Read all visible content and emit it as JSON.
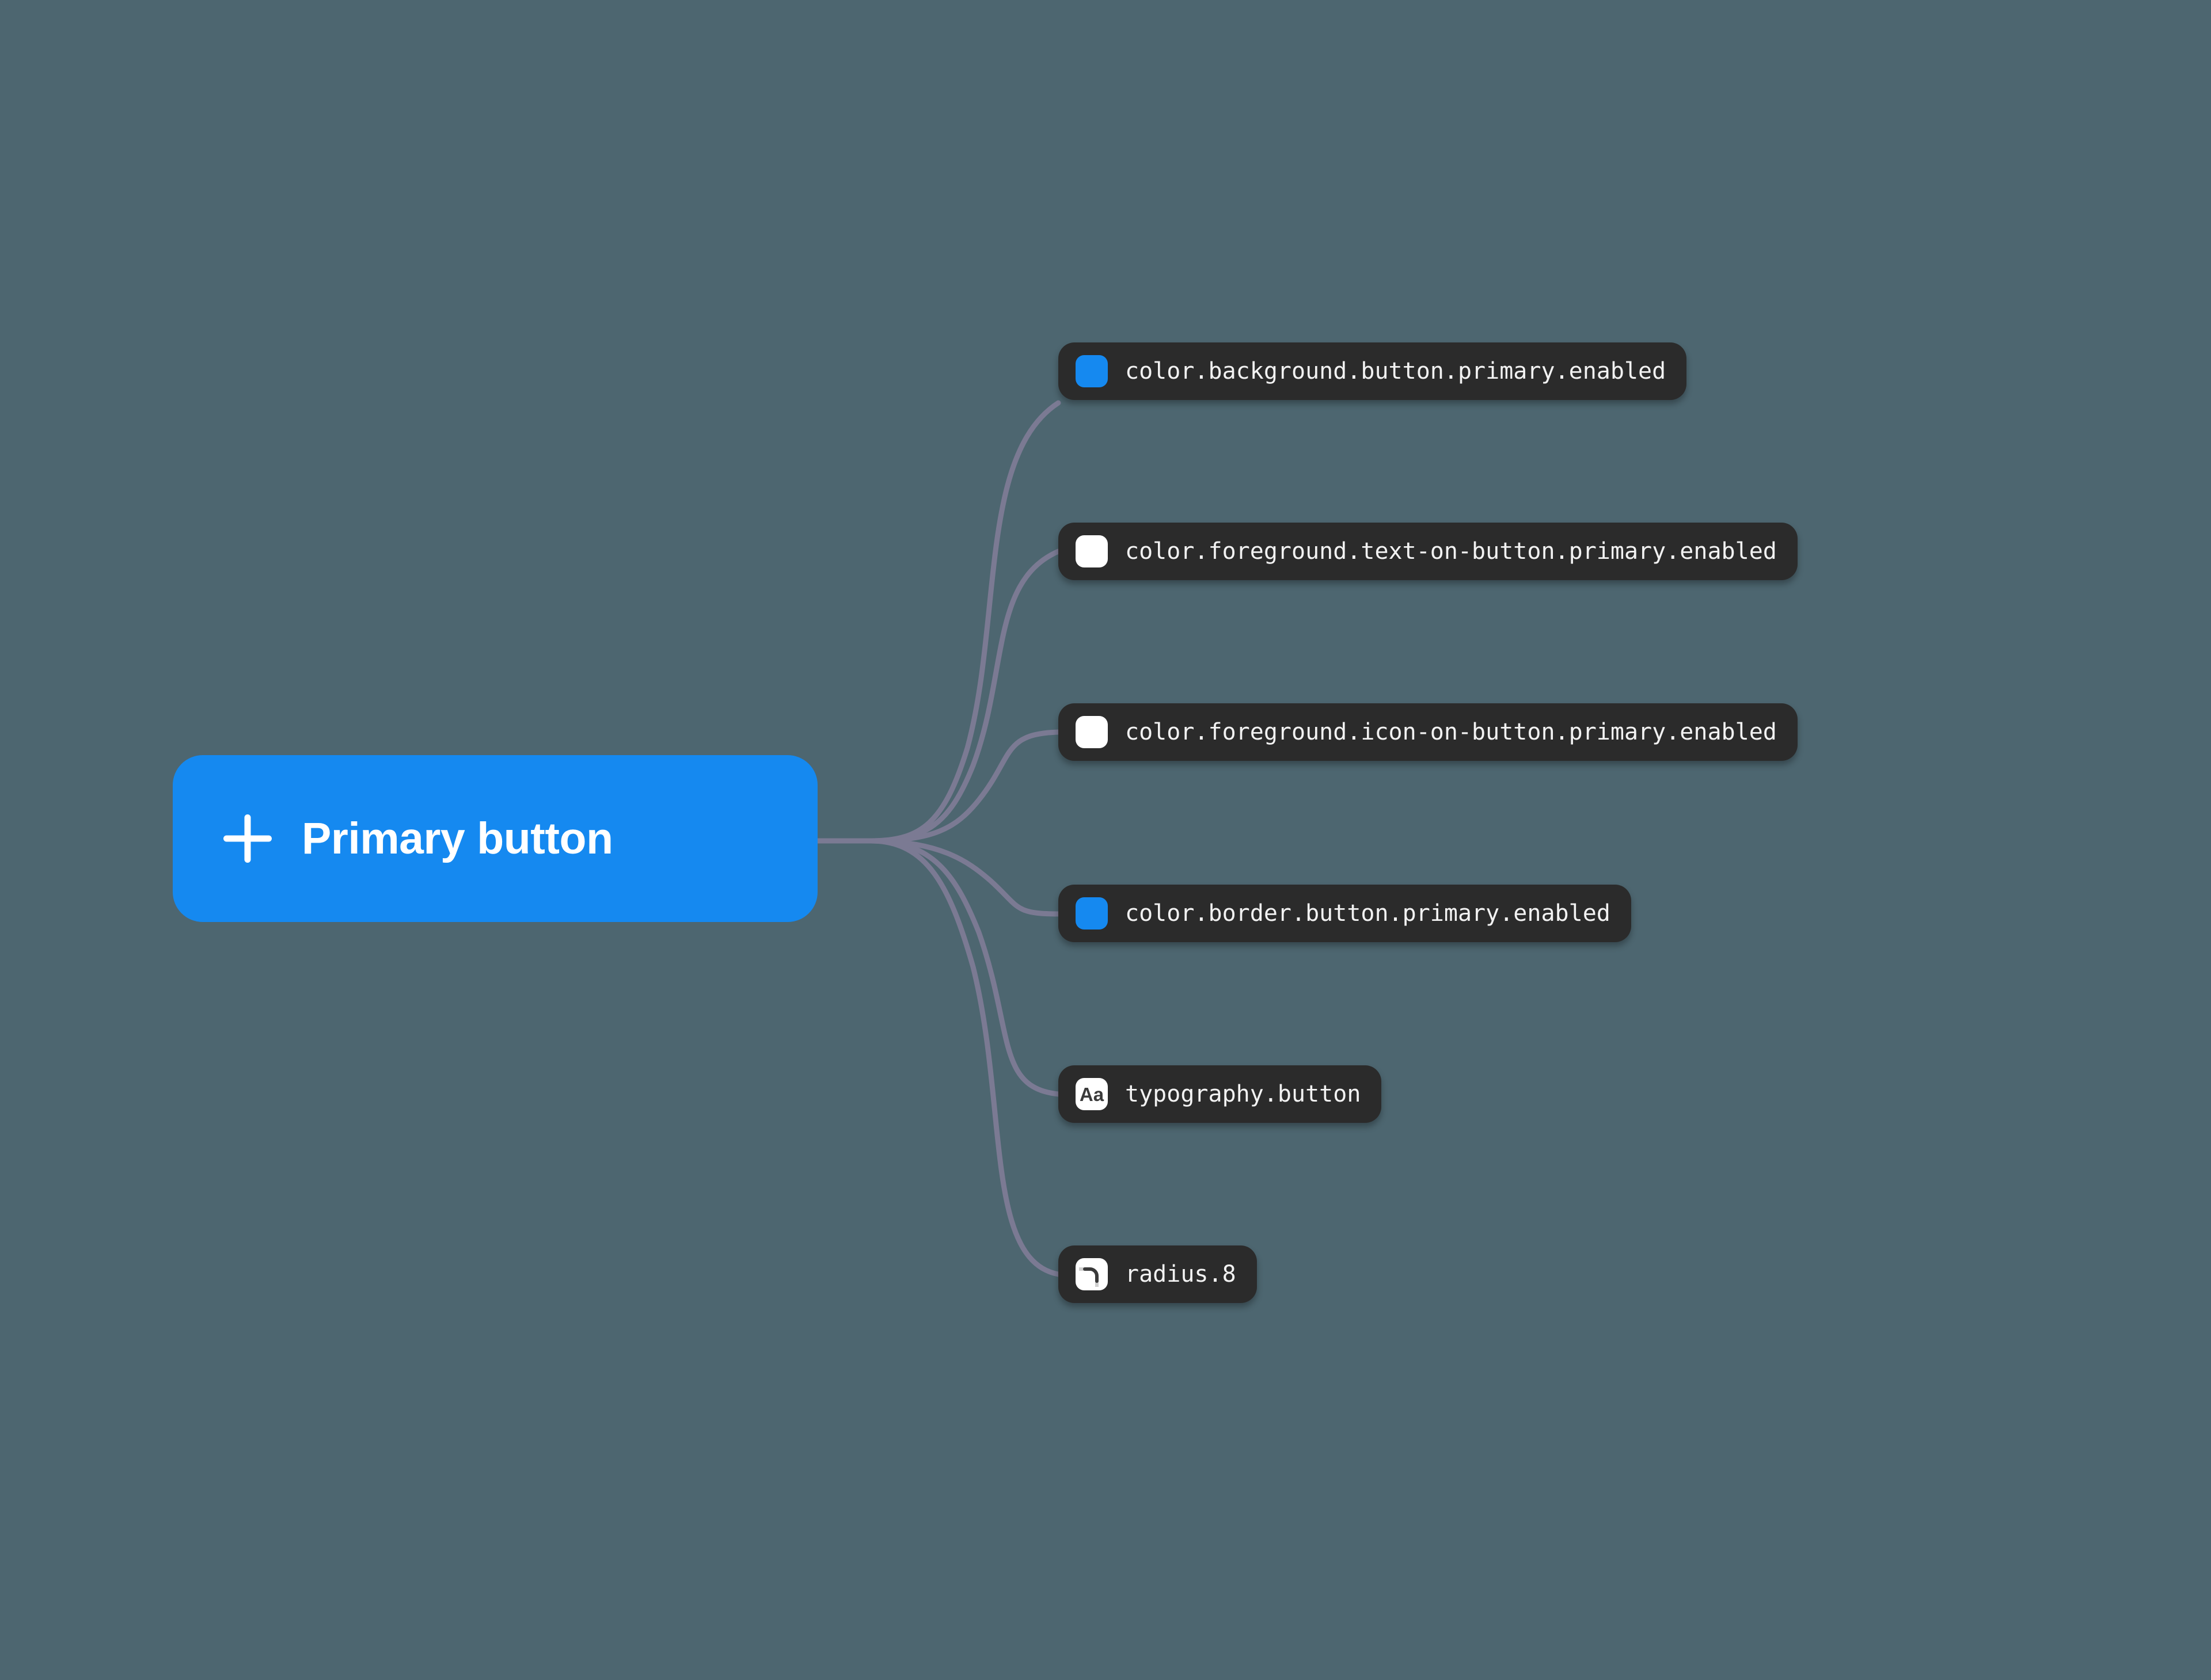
{
  "canvas": {
    "background_color": "#4d6670",
    "connector_color": "#7b7a93"
  },
  "source_node": {
    "name": "primary-button",
    "label": "Primary button",
    "icon": "plus-icon",
    "background_color": "#1589f0",
    "text_color": "#ffffff",
    "corner_radius": "radius.8"
  },
  "tokens": [
    {
      "label": "color.background.button.primary.enabled",
      "icon": "color-swatch-icon",
      "swatch_kind": "blue",
      "swatch_color": "#1589f0"
    },
    {
      "label": "color.foreground.text-on-button.primary.enabled",
      "icon": "color-swatch-icon",
      "swatch_kind": "white",
      "swatch_color": "#ffffff"
    },
    {
      "label": "color.foreground.icon-on-button.primary.enabled",
      "icon": "color-swatch-icon",
      "swatch_kind": "white",
      "swatch_color": "#ffffff"
    },
    {
      "label": "color.border.button.primary.enabled",
      "icon": "color-swatch-icon",
      "swatch_kind": "blue",
      "swatch_color": "#1589f0"
    },
    {
      "label": "typography.button",
      "icon": "typography-icon",
      "swatch_kind": "glyph",
      "glyph_text": "Aa",
      "swatch_color": "#ffffff"
    },
    {
      "label": "radius.8",
      "icon": "corner-radius-icon",
      "swatch_kind": "glyph",
      "swatch_color": "#ffffff"
    }
  ]
}
